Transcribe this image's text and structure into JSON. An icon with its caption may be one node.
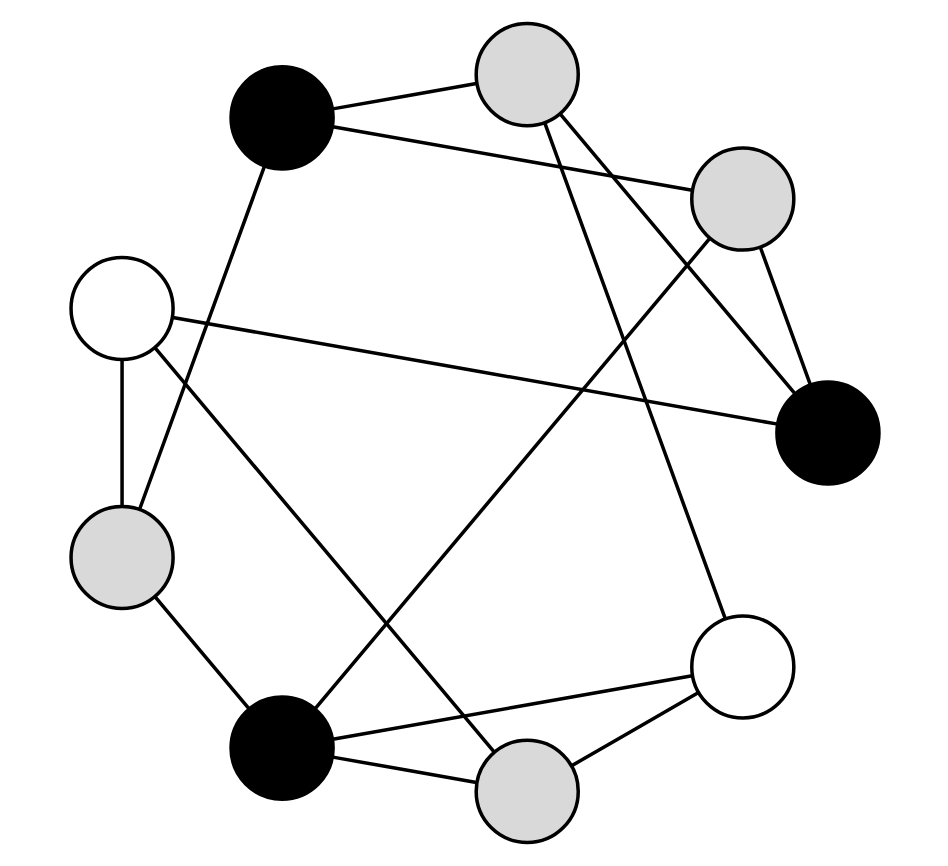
{
  "diagram": {
    "nodes": [
      {
        "text": [],
        "shape": "circle"
      },
      {
        "text": [],
        "shape": "circle"
      },
      {
        "text": [],
        "shape": "circle"
      },
      {
        "text": [],
        "shape": "circle"
      },
      {
        "text": [],
        "shape": "circle"
      },
      {
        "text": [],
        "shape": "circle"
      },
      {
        "text": [],
        "shape": "circle"
      },
      {
        "text": [],
        "shape": "circle"
      },
      {
        "text": [],
        "shape": "circle"
      }
    ],
    "edges": [
      {
        "from": 0,
        "to": 1,
        "arrow": "none"
      },
      {
        "from": 0,
        "to": 2,
        "arrow": "none"
      },
      {
        "from": 0,
        "to": 3,
        "arrow": "none"
      },
      {
        "from": 1,
        "to": 2,
        "arrow": "none"
      },
      {
        "from": 1,
        "to": 8,
        "arrow": "none"
      },
      {
        "from": 2,
        "to": 5,
        "arrow": "none"
      },
      {
        "from": 2,
        "to": 6,
        "arrow": "none"
      },
      {
        "from": 3,
        "to": 4,
        "arrow": "none"
      },
      {
        "from": 3,
        "to": 7,
        "arrow": "none"
      },
      {
        "from": 5,
        "to": 4,
        "arrow": "none"
      },
      {
        "from": 5,
        "to": 8,
        "arrow": "none"
      },
      {
        "from": 8,
        "to": 7,
        "arrow": "none"
      },
      {
        "from": 7,
        "to": 6,
        "arrow": "none"
      },
      {
        "from": 6,
        "to": 4,
        "arrow": "none"
      }
    ]
  }
}
